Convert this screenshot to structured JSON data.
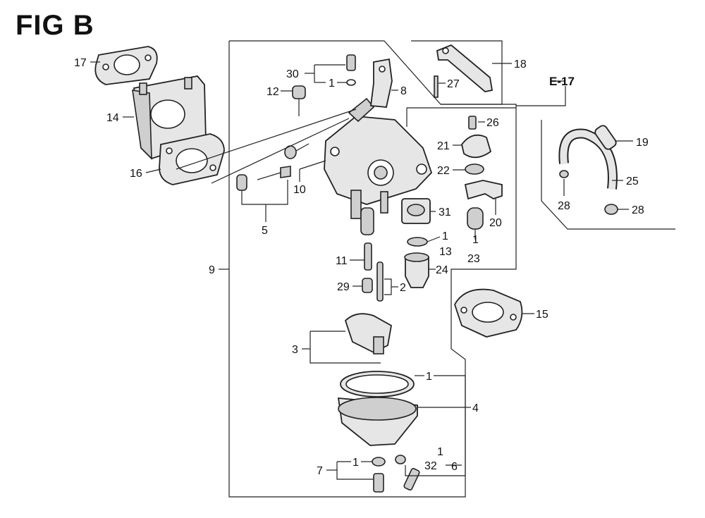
{
  "figure": {
    "title": "FIG B",
    "ref_label": "E-17"
  },
  "labels": {
    "p1a": "1",
    "p1b": "1",
    "p1c": "1",
    "p1d": "1",
    "p1e": "1",
    "p1f": "1",
    "p2": "2",
    "p3": "3",
    "p4": "4",
    "p5": "5",
    "p6": "6",
    "p7": "7",
    "p8": "8",
    "p9": "9",
    "p10": "10",
    "p11": "11",
    "p12": "12",
    "p13": "13",
    "p14": "14",
    "p15": "15",
    "p16": "16",
    "p17": "17",
    "p18": "18",
    "p19": "19",
    "p20": "20",
    "p21": "21",
    "p22": "22",
    "p23": "23",
    "p24": "24",
    "p25": "25",
    "p26": "26",
    "p27": "27",
    "p28a": "28",
    "p28b": "28",
    "p29": "29",
    "p30": "30",
    "p31": "31",
    "p32": "32"
  }
}
